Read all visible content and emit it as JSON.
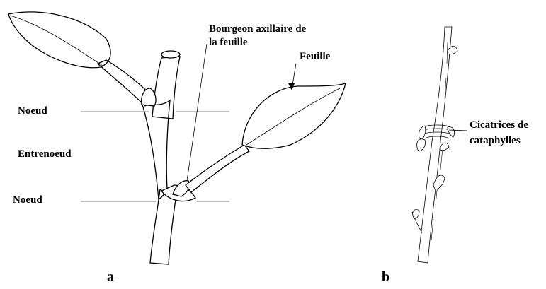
{
  "panel_a": {
    "letter": "a",
    "labels": {
      "bud_line1": "Bourgeon axillaire de",
      "bud_line2": "la feuille",
      "leaf": "Feuille",
      "node_top": "Noeud",
      "internode": "Entrenoeud",
      "node_bottom": "Noeud"
    }
  },
  "panel_b": {
    "letter": "b",
    "labels": {
      "scars_line1": "Cicatrices de",
      "scars_line2": "cataphylles"
    }
  }
}
